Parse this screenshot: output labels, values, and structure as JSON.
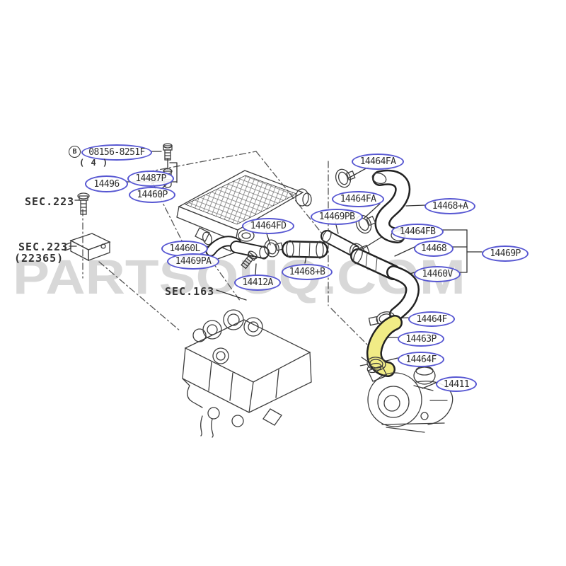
{
  "watermark": {
    "text": "PARTSOUQ.COM",
    "color": "#d2d2d2"
  },
  "colors": {
    "label_border": "#5757d2",
    "label_text": "#2e2e2e",
    "highlight_fill": "#f1ec86",
    "line_art": "#3d3d3d",
    "watermark_gray": "#d2d2d2"
  },
  "reference_note": {
    "marker": "B",
    "part_number": "08156-8251F",
    "quantity": "( 4 )"
  },
  "section_refs": [
    {
      "label": "SEC.223"
    },
    {
      "label": "SEC.223",
      "sub": "(22365)"
    },
    {
      "label": "SEC.163"
    }
  ],
  "highlighted_part": "14463P",
  "part_labels": [
    {
      "text": "14496"
    },
    {
      "text": "14487P"
    },
    {
      "text": "14460P"
    },
    {
      "text": "14460L"
    },
    {
      "text": "14469PA"
    },
    {
      "text": "14412A"
    },
    {
      "text": "14464FD"
    },
    {
      "text": "14469PB"
    },
    {
      "text": "14464FA"
    },
    {
      "text": "14464FA"
    },
    {
      "text": "14468+A"
    },
    {
      "text": "14464FB"
    },
    {
      "text": "14468"
    },
    {
      "text": "14469P"
    },
    {
      "text": "14460V"
    },
    {
      "text": "14468+B"
    },
    {
      "text": "14464F"
    },
    {
      "text": "14463P"
    },
    {
      "text": "14464F"
    },
    {
      "text": "14411"
    }
  ]
}
